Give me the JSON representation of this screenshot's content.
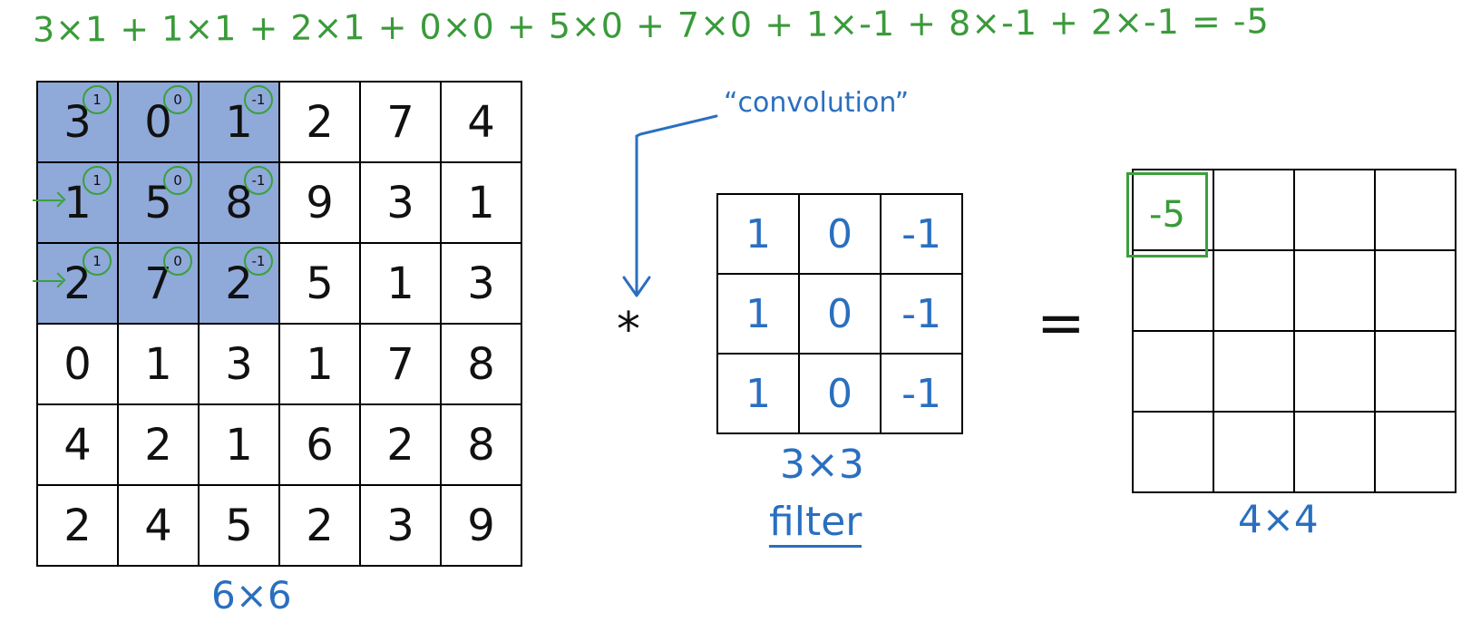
{
  "equation": "3×1 + 1×1 + 2×1 + 0×0 + 5×0 + 7×0 + 1×-1 + 8×-1 + 2×-1 = -5",
  "input": {
    "label": "6×6",
    "rows": [
      [
        3,
        0,
        1,
        2,
        7,
        4
      ],
      [
        1,
        5,
        8,
        9,
        3,
        1
      ],
      [
        2,
        7,
        2,
        5,
        1,
        3
      ],
      [
        0,
        1,
        3,
        1,
        7,
        8
      ],
      [
        4,
        2,
        1,
        6,
        2,
        8
      ],
      [
        2,
        4,
        5,
        2,
        3,
        9
      ]
    ],
    "highlight_size": 3,
    "overlay_weights": [
      [
        "1",
        "0",
        "-1"
      ],
      [
        "1",
        "0",
        "-1"
      ],
      [
        "1",
        "0",
        "-1"
      ]
    ],
    "highlight_color": "#8fa9d9"
  },
  "operator_convolve": "*",
  "annotation": "“convolution”",
  "filter": {
    "size_label": "3×3",
    "name_label": "filter",
    "rows": [
      [
        "1",
        "0",
        "-1"
      ],
      [
        "1",
        "0",
        "-1"
      ],
      [
        "1",
        "0",
        "-1"
      ]
    ]
  },
  "operator_equals": "=",
  "output": {
    "label": "4×4",
    "size": 4,
    "first_value": "-5"
  },
  "colors": {
    "green_ink": "#3a9a3a",
    "blue_ink": "#2a6fc0"
  }
}
